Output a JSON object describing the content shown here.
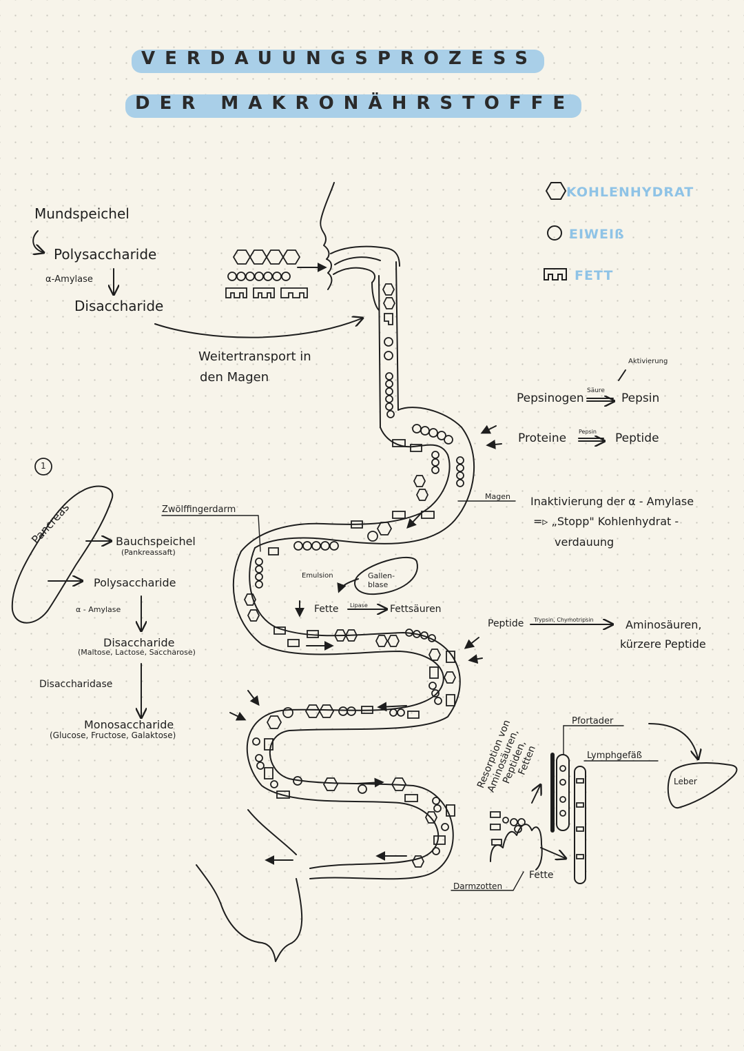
{
  "title": {
    "line1": "VERDAUUNGSPROZESS",
    "line2": "DER MAKRONÄHRSTOFFE"
  },
  "legend": {
    "carb": "KOHLENHYDRAT",
    "protein": "EIWEIß",
    "fat": "FETT"
  },
  "mouth": {
    "heading": "Mundspeichel",
    "poly": "Polysaccharide",
    "enzyme": "α-Amylase",
    "di": "Disaccharide",
    "transport1": "Weitertransport in",
    "transport2": "den Magen"
  },
  "stomach": {
    "activation": "Aktivierung",
    "pepsinogen": "Pepsinogen",
    "acid": "Säure",
    "pepsin": "Pepsin",
    "proteins": "Proteine",
    "pepsin_small": "Pepsin",
    "peptides": "Peptide",
    "label": "Magen",
    "inact1": "Inaktivierung der  α - Amylase",
    "inact2": "=▹ „Stopp\"  Kohlenhydrat -",
    "inact3": "verdauung"
  },
  "pancreas": {
    "number": "1",
    "organ": "Pancreas",
    "duodenum": "Zwölffingerdarm",
    "juice": "Bauchspeichel",
    "juice2": "(Pankreassaft)",
    "poly": "Polysaccharide",
    "enzyme": "α - Amylase",
    "di": "Disaccharide",
    "di_list": "(Maltose, Lactose, Saccharose)",
    "disaccharidase": "Disaccharidase",
    "mono": "Monosaccharide",
    "mono_list": "(Glucose, Fructose, Galaktose)"
  },
  "gut": {
    "emulsion": "Emulsion",
    "gallbladder1": "Gallen-",
    "gallbladder2": "blase",
    "fats": "Fette",
    "lipase": "Lipase",
    "fatty_acids": "Fettsäuren",
    "peptide": "Peptide",
    "trypsin": "Trypsin, Chymotripsin",
    "amino1": "Aminosäuren,",
    "amino2": "kürzere Peptide"
  },
  "villi": {
    "resorp1": "Resorption von",
    "resorp2": "Aminosäuren,",
    "resorp3": "Peptiden,",
    "resorp4": "Fetten",
    "portal": "Pfortader",
    "lymph": "Lymphgefäß",
    "liver": "Leber",
    "fats": "Fette",
    "villi": "Darmzotten"
  },
  "colors": {
    "highlight": "#a9cfe8",
    "legend_text": "#8fc3e6",
    "ink": "#1e1e1e"
  }
}
